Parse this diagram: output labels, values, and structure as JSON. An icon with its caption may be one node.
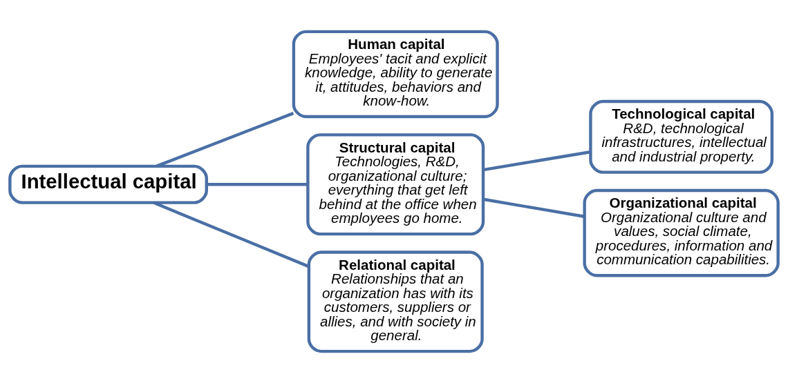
{
  "diagram": {
    "nodes": [
      {
        "text": [
          "Intellectual capital"
        ]
      },
      {
        "text": [
          "Human capital",
          "Employees' tacit and explicit knowledge, ability to generate it, attitudes, behaviors and know-how."
        ]
      },
      {
        "text": [
          "Structural capital",
          "Technologies, R&D, organizational culture; everything that get left behind at the office when employees go home."
        ]
      },
      {
        "text": [
          "Relational capital",
          "Relationships that an organization has with its customers, suppliers or allies, and with society in general."
        ]
      },
      {
        "text": [
          "Technological capital",
          "R&D, technological infrastructures, intellectual and industrial property."
        ]
      },
      {
        "text": [
          "Organizational capital",
          "Organizational culture and values, social climate, procedures, information and communication capabilities."
        ]
      }
    ],
    "edges": [
      {
        "from": 0,
        "to": 1,
        "arrow": "none"
      },
      {
        "from": 0,
        "to": 2,
        "arrow": "none"
      },
      {
        "from": 0,
        "to": 3,
        "arrow": "none"
      },
      {
        "from": 2,
        "to": 4,
        "arrow": "none"
      },
      {
        "from": 2,
        "to": 5,
        "arrow": "none"
      }
    ]
  }
}
